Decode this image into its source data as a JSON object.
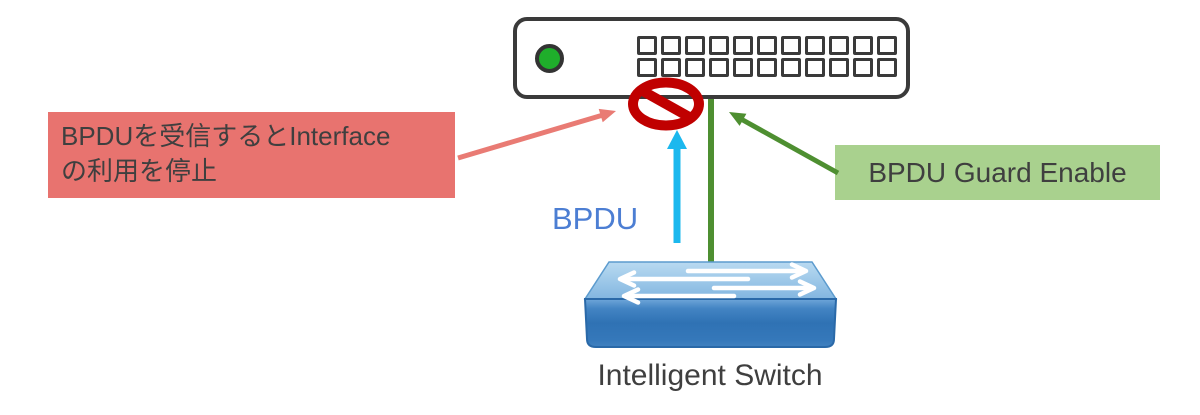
{
  "device": {
    "ports": {
      "rows": 2,
      "cols": 11
    },
    "led_color": "#1fae2b",
    "border_color": "#3a3a3a"
  },
  "annotations": {
    "block_note": {
      "line1": "BPDUを受信するとInterface",
      "line2": "の利用を停止",
      "bg_color": "#e8736f"
    },
    "guard_note": {
      "label": "BPDU Guard Enable",
      "bg_color": "#a9d18e"
    },
    "bpdu_label": {
      "text": "BPDU",
      "color": "#4c7ed3"
    }
  },
  "switch_label": {
    "text": "Intelligent Switch"
  },
  "icons": {
    "prohibition_color": "#c00000",
    "salmon_arrow_color": "#e97b74",
    "green_arrow_color": "#4e8f31",
    "cyan_arrow_color": "#1cb8ee"
  }
}
